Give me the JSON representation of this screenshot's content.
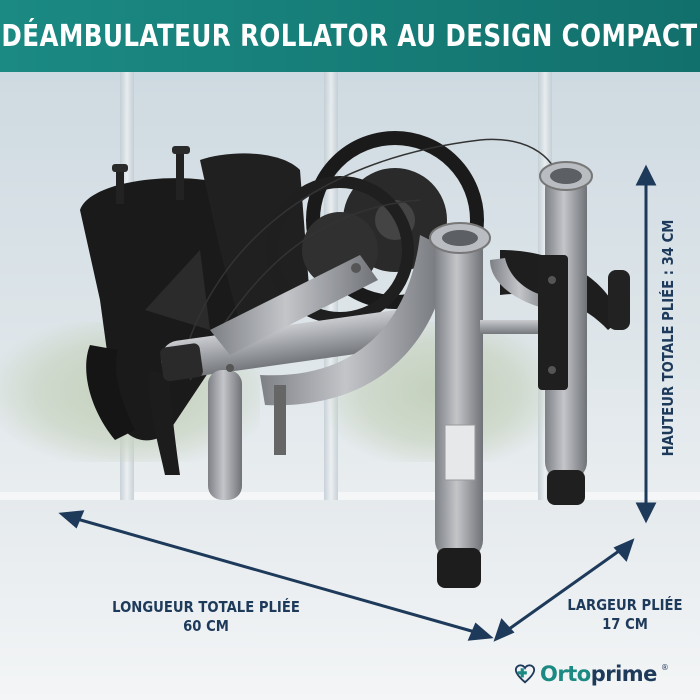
{
  "header": {
    "title": "DÉAMBULATEUR ROLLATOR AU DESIGN COMPACT"
  },
  "dimensions": {
    "length": {
      "line1": "LONGUEUR TOTALE PLIÉE",
      "line2": "60 CM"
    },
    "width": {
      "line1": "LARGEUR PLIÉE",
      "line2": "17 CM"
    },
    "height": {
      "text": "HAUTEUR TOTALE PLIÉE : 34 CM"
    }
  },
  "brand": {
    "part1": "Orto",
    "part2": "prime",
    "reg": "®",
    "icon": "heart-cross-icon"
  },
  "colors": {
    "header": "#1b8a83",
    "text": "#1e3a5a",
    "frame": "#9a9ca0"
  }
}
